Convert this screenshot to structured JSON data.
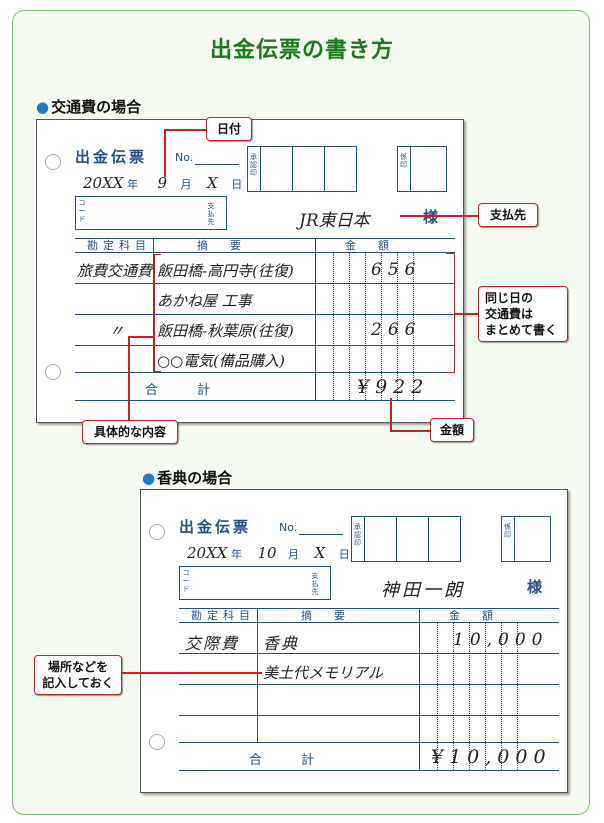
{
  "page_title": "出金伝票の書き方",
  "slip_labels": {
    "title": "出金伝票",
    "no": "No.",
    "approval": "承認印",
    "clerk": "係印",
    "year": "年",
    "month": "月",
    "day": "日",
    "code": "コード",
    "payee_label": "支払先",
    "honorific": "様",
    "col_account": "勘定科目",
    "col_desc": "摘　　要",
    "col_amount": "金　　額",
    "total": "合　　　計"
  },
  "example1": {
    "section_title": "交通費の場合",
    "date_year": "20XX",
    "date_month": "9",
    "date_day": "X",
    "payee": "JR東日本",
    "rows": [
      {
        "account": "旅費交通費",
        "description": "飯田橋-高円寺(往復)",
        "amount": "656"
      },
      {
        "account": "",
        "description": "あかね屋 工事",
        "amount": ""
      },
      {
        "account": "〃",
        "description": "飯田橋-秋葉原(往復)",
        "amount": "266"
      },
      {
        "account": "",
        "description": "○○電気(備品購入)",
        "amount": ""
      }
    ],
    "total": "¥922",
    "callouts": {
      "date": "日付",
      "payee": "支払先",
      "same_day": "同じ日の\n交通費は\nまとめて書く",
      "detail": "具体的な内容",
      "amount": "金額"
    }
  },
  "example2": {
    "section_title": "香典の場合",
    "date_year": "20XX",
    "date_month": "10",
    "date_day": "X",
    "payee": "神田一朗",
    "rows": [
      {
        "account": "交際費",
        "description": "香典",
        "amount": "10,000"
      },
      {
        "account": "",
        "description": "美土代メモリアル",
        "amount": ""
      },
      {
        "account": "",
        "description": "",
        "amount": ""
      },
      {
        "account": "",
        "description": "",
        "amount": ""
      }
    ],
    "total": "¥10,000",
    "callouts": {
      "place": "場所などを\n記入しておく"
    }
  }
}
